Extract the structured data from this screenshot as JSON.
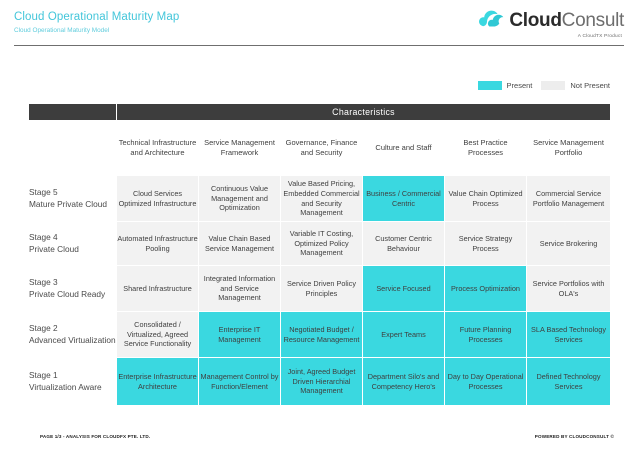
{
  "header": {
    "title": "Cloud Operational Maturity Map",
    "subtitle": "Cloud Operational Maturity Model",
    "logo": {
      "name_bold": "Cloud",
      "name_light": "Consult",
      "tagline": "A CloudTX Product",
      "mark": "cloud-icon"
    }
  },
  "legend": {
    "present_label": "Present",
    "not_present_label": "Not Present",
    "present_color": "#3ad8e0",
    "not_present_color": "#ededed"
  },
  "matrix": {
    "group_header": "Characteristics",
    "columns": [
      "Technical Infrastructure and Architecture",
      "Service Management Framework",
      "Governance, Finance and Security",
      "Culture and Staff",
      "Best Practice Processes",
      "Service Management Portfolio"
    ],
    "rows": [
      {
        "stage": "Stage 5",
        "stage_desc": "Mature Private Cloud",
        "cells": [
          {
            "text": "Cloud Services Optimized Infrastructure",
            "present": false
          },
          {
            "text": "Continuous Value Management and Optimization",
            "present": false
          },
          {
            "text": "Value Based Pricing, Embedded Commercial and Security Management",
            "present": false
          },
          {
            "text": "Business / Commercial Centric",
            "present": true
          },
          {
            "text": "Value Chain Optimized Process",
            "present": false
          },
          {
            "text": "Commercial Service Portfolio Management",
            "present": false
          }
        ]
      },
      {
        "stage": "Stage 4",
        "stage_desc": "Private Cloud",
        "cells": [
          {
            "text": "Automated Infrastructure Pooling",
            "present": false
          },
          {
            "text": "Value Chain Based Service Management",
            "present": false
          },
          {
            "text": "Variable IT Costing, Optimized Policy Management",
            "present": false
          },
          {
            "text": "Customer Centric Behaviour",
            "present": false
          },
          {
            "text": "Service Strategy Process",
            "present": false
          },
          {
            "text": "Service Brokering",
            "present": false
          }
        ]
      },
      {
        "stage": "Stage 3",
        "stage_desc": "Private Cloud Ready",
        "cells": [
          {
            "text": "Shared Infrastructure",
            "present": false
          },
          {
            "text": "Integrated Information and Service Management",
            "present": false
          },
          {
            "text": "Service Driven Policy Principles",
            "present": false
          },
          {
            "text": "Service Focused",
            "present": true
          },
          {
            "text": "Process Optimization",
            "present": true
          },
          {
            "text": "Service Portfolios with OLA's",
            "present": false
          }
        ]
      },
      {
        "stage": "Stage 2",
        "stage_desc": "Advanced Virtualization",
        "cells": [
          {
            "text": "Consolidated / Virtualized, Agreed Service Functionality",
            "present": false
          },
          {
            "text": "Enterprise IT Management",
            "present": true
          },
          {
            "text": "Negotiated Budget / Resource Management",
            "present": true
          },
          {
            "text": "Expert Teams",
            "present": true
          },
          {
            "text": "Future Planning Processes",
            "present": true
          },
          {
            "text": "SLA Based Technology Services",
            "present": true
          }
        ]
      },
      {
        "stage": "Stage 1",
        "stage_desc": "Virtualization Aware",
        "cells": [
          {
            "text": "Enterprise Infrastructure Architecture",
            "present": true
          },
          {
            "text": "Management Control by Function/Element",
            "present": true
          },
          {
            "text": "Joint, Agreed Budget Driven Hierarchial Management",
            "present": true
          },
          {
            "text": "Department Silo's and Competency Hero's",
            "present": true
          },
          {
            "text": "Day to Day Operational Processes",
            "present": true
          },
          {
            "text": "Defined Technology Services",
            "present": true
          }
        ]
      }
    ]
  },
  "footer": {
    "left": "PAGE 1/3 - ANALYSIS FOR CLOUDFX PTE. LTD.",
    "right": "POWERED BY CLOUDCONSULT ©"
  }
}
